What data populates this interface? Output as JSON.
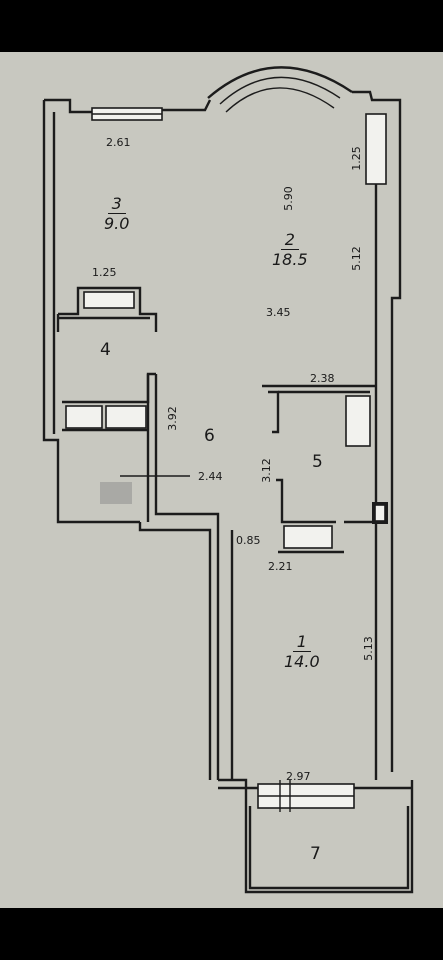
{
  "rooms": [
    {
      "number": "1",
      "area": "14.0"
    },
    {
      "number": "2",
      "area": "18.5"
    },
    {
      "number": "3",
      "area": "9.0"
    },
    {
      "number": "4"
    },
    {
      "number": "5"
    },
    {
      "number": "6"
    },
    {
      "number": "7"
    }
  ],
  "dimensions": {
    "d261": "2.61",
    "d125_top": "1.25",
    "d590": "5.90",
    "d512": "5.12",
    "d125_left": "1.25",
    "d345": "3.45",
    "d238": "2.38",
    "d392": "3.92",
    "d244": "2.44",
    "d312": "3.12",
    "d085": "0.85",
    "d221": "2.21",
    "d513": "5.13",
    "d297": "2.97"
  },
  "colors": {
    "paper": "#c8c8c0",
    "ink": "#1c1c1c",
    "frame": "#000000"
  }
}
